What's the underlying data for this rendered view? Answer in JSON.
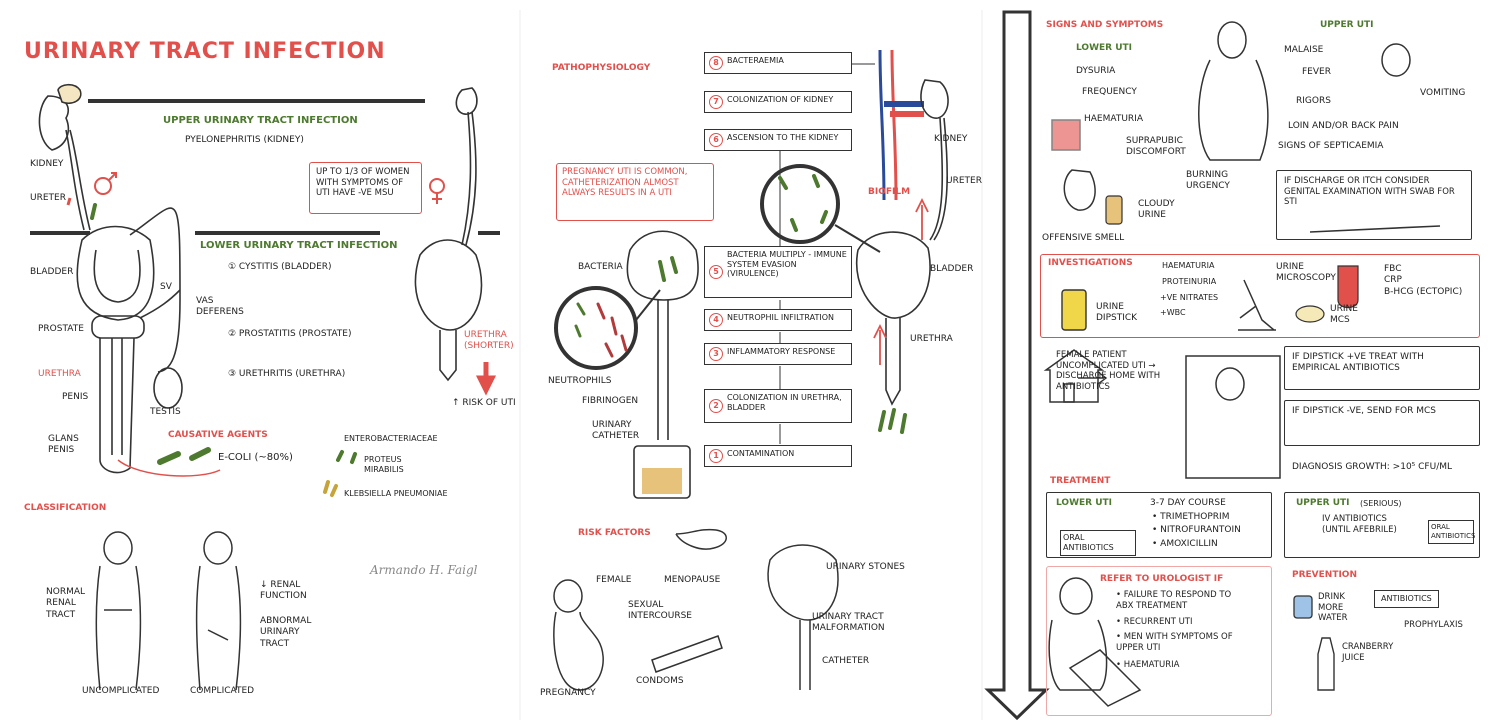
{
  "panel1": {
    "title": "URINARY TRACT INFECTION",
    "upper_heading": "UPPER URINARY TRACT INFECTION",
    "upper_item": "PYELONEPHRITIS (KIDNEY)",
    "note": "UP TO 1/3 OF WOMEN WITH SYMPTOMS OF UTI HAVE -VE MSU",
    "lower_heading": "LOWER URINARY TRACT INFECTION",
    "lower_items": [
      "① CYSTITIS (BLADDER)",
      "② PROSTATITIS (PROSTATE)",
      "③ URETHRITIS (URETHRA)"
    ],
    "labels": {
      "kidney": "KIDNEY",
      "ureter": "URETER",
      "bladder": "BLADDER",
      "prostate": "PROSTATE",
      "urethra": "URETHRA",
      "penis": "PENIS",
      "glans": "GLANS PENIS",
      "testis": "TESTIS",
      "sv": "SV",
      "vas": "VAS DEFERENS",
      "urethra_f": "URETHRA (SHORTER)",
      "risk": "↑ RISK OF UTI"
    },
    "causative_heading": "CAUSATIVE AGENTS",
    "causative": [
      "E-COLI (~80%)",
      "ENTEROBACTERIACEAE",
      "PROTEUS MIRABILIS",
      "KLEBSIELLA PNEUMONIAE"
    ],
    "classification_heading": "CLASSIFICATION",
    "classification_labels": {
      "normal": "NORMAL RENAL TRACT",
      "uncomplicated": "UNCOMPLICATED",
      "renal": "↓ RENAL FUNCTION",
      "abnormal": "ABNORMAL URINARY TRACT",
      "complicated": "COMPLICATED"
    },
    "signature": "Armando H. Faigl"
  },
  "panel2": {
    "path_heading": "PATHOPHYSIOLOGY",
    "callout": "PREGNANCY UTI IS COMMON, CATHETERIZATION ALMOST ALWAYS RESULTS IN A UTI",
    "steps": [
      {
        "n": "8",
        "text": "BACTERAEMIA"
      },
      {
        "n": "7",
        "text": "COLONIZATION OF KIDNEY"
      },
      {
        "n": "6",
        "text": "ASCENSION TO THE KIDNEY"
      },
      {
        "n": "5",
        "text": "BACTERIA MULTIPLY - IMMUNE SYSTEM EVASION (VIRULENCE)"
      },
      {
        "n": "4",
        "text": "NEUTROPHIL INFILTRATION"
      },
      {
        "n": "3",
        "text": "INFLAMMATORY RESPONSE"
      },
      {
        "n": "2",
        "text": "COLONIZATION IN URETHRA, BLADDER"
      },
      {
        "n": "1",
        "text": "CONTAMINATION"
      }
    ],
    "labels": {
      "bacteria": "BACTERIA",
      "neutrophils": "NEUTROPHILS",
      "fibrinogen": "FIBRINOGEN",
      "catheter": "URINARY CATHETER",
      "biofilm": "BIOFILM",
      "kidney": "KIDNEY",
      "ureter": "URETER",
      "bladder": "BLADDER",
      "urethra": "URETHRA"
    },
    "risk_heading": "RISK FACTORS",
    "risk_labels": {
      "female": "FEMALE",
      "menopause": "MENOPAUSE",
      "sexual": "SEXUAL INTERCOURSE",
      "condoms": "CONDOMS",
      "pregnancy": "PREGNANCY",
      "stones": "URINARY STONES",
      "malformation": "URINARY TRACT MALFORMATION",
      "catheter": "CATHETER"
    }
  },
  "panel3": {
    "signs_heading": "SIGNS AND SYMPTOMS",
    "lower_uti": "LOWER UTI",
    "lower_symptoms": [
      "DYSURIA",
      "FREQUENCY",
      "HAEMATURIA",
      "SUPRAPUBIC DISCOMFORT",
      "BURNING URGENCY",
      "CLOUDY URINE",
      "OFFENSIVE SMELL"
    ],
    "upper_uti": "UPPER UTI",
    "upper_symptoms": [
      "MALAISE",
      "FEVER",
      "VOMITING",
      "RIGORS",
      "LOIN AND/OR BACK PAIN",
      "SIGNS OF SEPTICAEMIA"
    ],
    "discharge_note": "IF DISCHARGE OR ITCH CONSIDER GENITAL EXAMINATION WITH SWAB FOR STI",
    "investigations_heading": "INVESTIGATIONS",
    "dipstick_items": [
      "HAEMATURIA",
      "PROTEINURIA",
      "+VE NITRATES",
      "+WBC"
    ],
    "inv_labels": {
      "dipstick": "URINE DIPSTICK",
      "microscopy": "URINE MICROSCOPY",
      "mcs": "URINE MCS",
      "bloods": "FBC\nCRP\nβ-HCG (ECTOPIC)"
    },
    "home_text": "FEMALE PATIENT UNCOMPLICATED UTI → DISCHARGE HOME WITH ANTIBIOTICS",
    "if_positive": "IF DIPSTICK +VE TREAT WITH EMPIRICAL ANTIBIOTICS",
    "if_negative": "IF DIPSTICK -VE, SEND FOR MCS",
    "diagnosis": "DIAGNOSIS GROWTH: >10⁵ CFU/ML",
    "treatment_heading": "TREATMENT",
    "tx_lower_heading": "LOWER UTI",
    "tx_lower": [
      "3-7 DAY COURSE",
      "• TRIMETHOPRIM",
      "• NITROFURANTOIN",
      "• AMOXICILLIN"
    ],
    "oral_ab": "ORAL ANTIBIOTICS",
    "tx_upper_heading": "UPPER UTI",
    "tx_upper_sub": "(SERIOUS)",
    "tx_upper": "IV ANTIBIOTICS (UNTIL AFEBRILE)",
    "oral_ab2": "ORAL ANTIBIOTICS",
    "refer_heading": "REFER TO UROLOGIST IF",
    "refer_items": [
      "• FAILURE TO RESPOND TO ABX TREATMENT",
      "• RECURRENT UTI",
      "• MEN WITH SYMPTOMS OF UPPER UTI",
      "• HAEMATURIA"
    ],
    "prevention_heading": "PREVENTION",
    "prevention": [
      "DRINK MORE WATER",
      "ANTIBIOTICS",
      "PROPHYLAXIS",
      "CRANBERRY JUICE"
    ]
  },
  "colors": {
    "accent_red": "#e2504c",
    "accent_green": "#4d7a2e",
    "ink": "#222222"
  }
}
